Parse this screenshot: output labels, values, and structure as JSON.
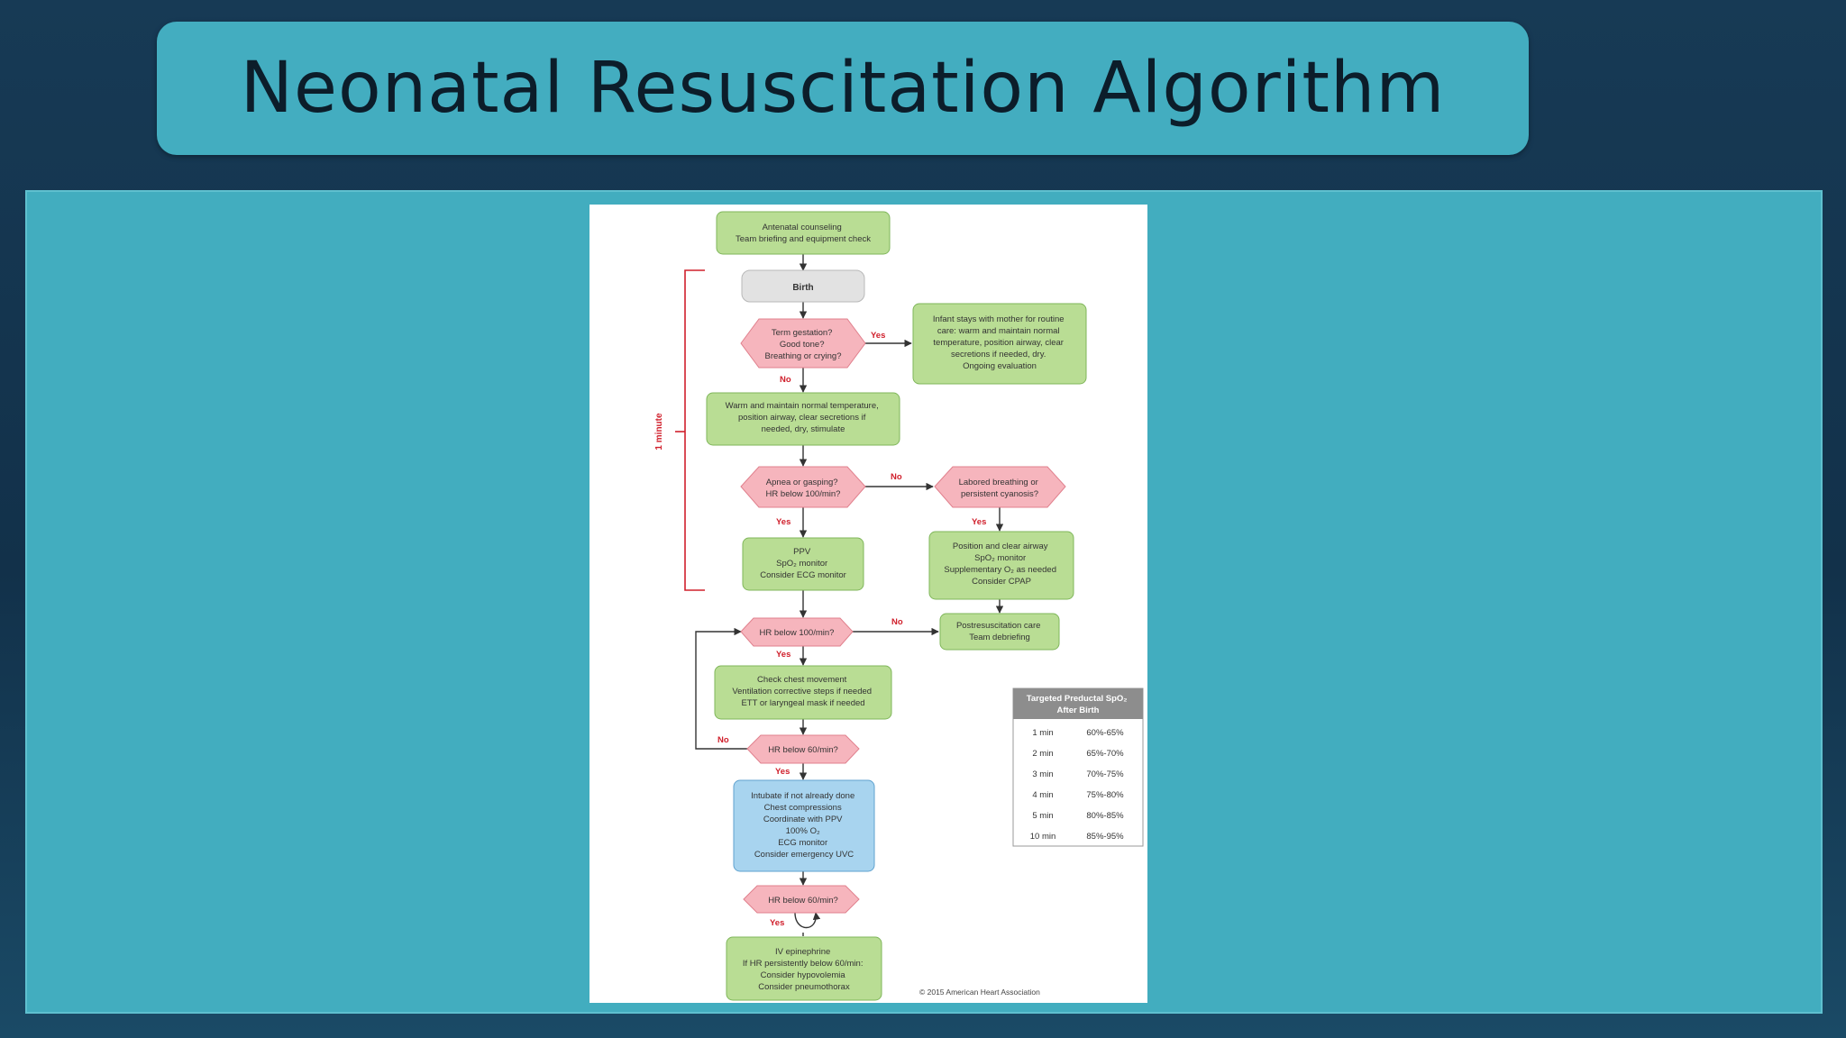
{
  "slide": {
    "title": "Neonatal Resuscitation Algorithm"
  },
  "flowchart": {
    "nodes": {
      "antenatal": [
        "Antenatal counseling",
        "Team briefing and equipment check"
      ],
      "birth": [
        "Birth"
      ],
      "term_gestation": [
        "Term gestation?",
        "Good tone?",
        "Breathing or crying?"
      ],
      "routine_care": [
        "Infant stays with mother for routine",
        "care: warm and maintain normal",
        "temperature, position airway, clear",
        "secretions if needed, dry.",
        "Ongoing evaluation"
      ],
      "warm": [
        "Warm and maintain normal temperature,",
        "position airway, clear secretions if",
        "needed, dry, stimulate"
      ],
      "apnea": [
        "Apnea or gasping?",
        "HR below 100/min?"
      ],
      "labored": [
        "Labored breathing or",
        "persistent cyanosis?"
      ],
      "ppv": [
        "PPV",
        "SpO₂ monitor",
        "Consider ECG monitor"
      ],
      "position": [
        "Position and clear airway",
        "SpO₂ monitor",
        "Supplementary O₂ as needed",
        "Consider CPAP"
      ],
      "hr100": [
        "HR below 100/min?"
      ],
      "postresus": [
        "Postresuscitation care",
        "Team debriefing"
      ],
      "check_chest": [
        "Check chest movement",
        "Ventilation corrective steps if needed",
        "ETT or laryngeal mask if needed"
      ],
      "hr60a": [
        "HR below 60/min?"
      ],
      "intubate": [
        "Intubate if not already done",
        "Chest compressions",
        "Coordinate with PPV",
        "100% O₂",
        "ECG monitor",
        "Consider emergency UVC"
      ],
      "hr60b": [
        "HR below 60/min?"
      ],
      "epinephrine": [
        "IV epinephrine",
        "If HR persistently below 60/min:",
        "Consider hypovolemia",
        "Consider pneumothorax"
      ]
    },
    "labels": {
      "yes": "Yes",
      "no": "No",
      "one_minute": "1 minute"
    },
    "spo2_table": {
      "header": [
        "Targeted Preductal SpO₂",
        "After Birth"
      ],
      "rows": [
        [
          "1 min",
          "60%-65%"
        ],
        [
          "2 min",
          "65%-70%"
        ],
        [
          "3 min",
          "70%-75%"
        ],
        [
          "4 min",
          "75%-80%"
        ],
        [
          "5 min",
          "80%-85%"
        ],
        [
          "10 min",
          "85%-95%"
        ]
      ]
    },
    "copyright": "© 2015 American Heart Association",
    "colors": {
      "action_green": "#b9dd94",
      "decision_pink": "#f6b5bd",
      "escalation_blue": "#a8d4ef",
      "start_gray": "#e2e2e2",
      "label_red": "#d0202c",
      "table_header": "#8d8d8d"
    }
  }
}
